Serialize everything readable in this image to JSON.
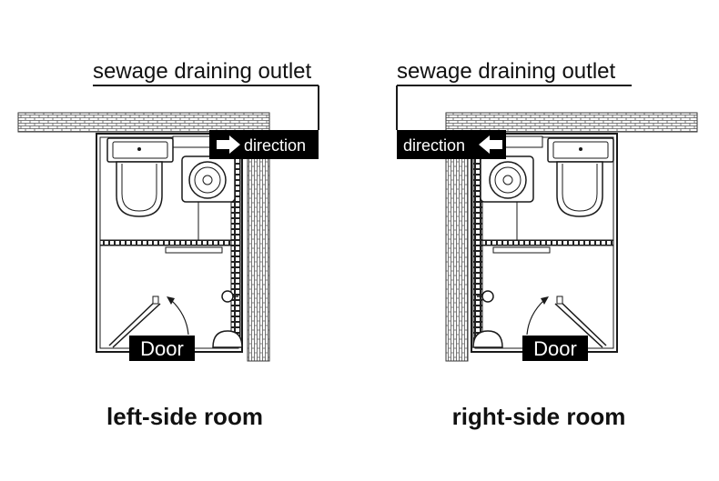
{
  "left": {
    "outlet_label": "sewage draining outlet",
    "direction_label": "direction",
    "door_label": "Door",
    "room_label": "left-side room"
  },
  "right": {
    "outlet_label": "sewage draining outlet",
    "direction_label": "direction",
    "door_label": "Door",
    "room_label": "right-side room"
  },
  "colors": {
    "line": "#1a1a1a",
    "label_bg": "#000000",
    "label_text": "#ffffff",
    "wall_fill": "#ffffff"
  }
}
